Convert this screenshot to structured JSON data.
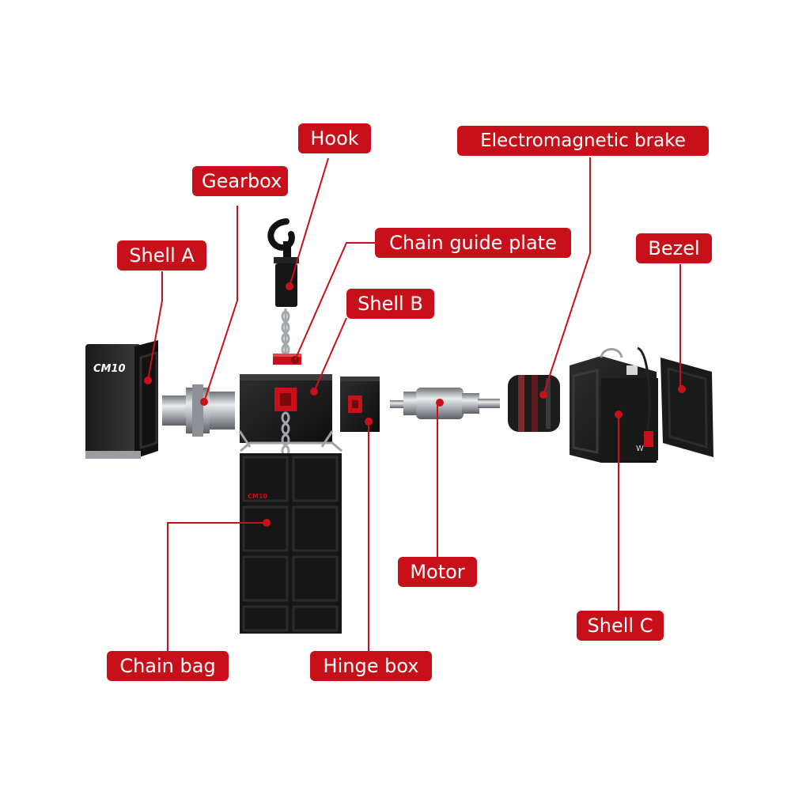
{
  "labels": {
    "hook": "Hook",
    "electromagnetic_brake": "Electromagnetic brake",
    "gearbox": "Gearbox",
    "chain_guide_plate": "Chain guide plate",
    "shell_a": "Shell A",
    "bezel": "Bezel",
    "shell_b": "Shell B",
    "motor": "Motor",
    "shell_c": "Shell C",
    "chain_bag": "Chain bag",
    "hinge_box": "Hinge box"
  },
  "product": {
    "shell_a_logo": "CM10",
    "shell_c_mark": "W"
  },
  "colors": {
    "label_bg": "#c8101a",
    "label_text": "#ffffff",
    "leader_line": "#c8101a",
    "body": "#1c1c1c",
    "metal": "#b9bcc0"
  }
}
